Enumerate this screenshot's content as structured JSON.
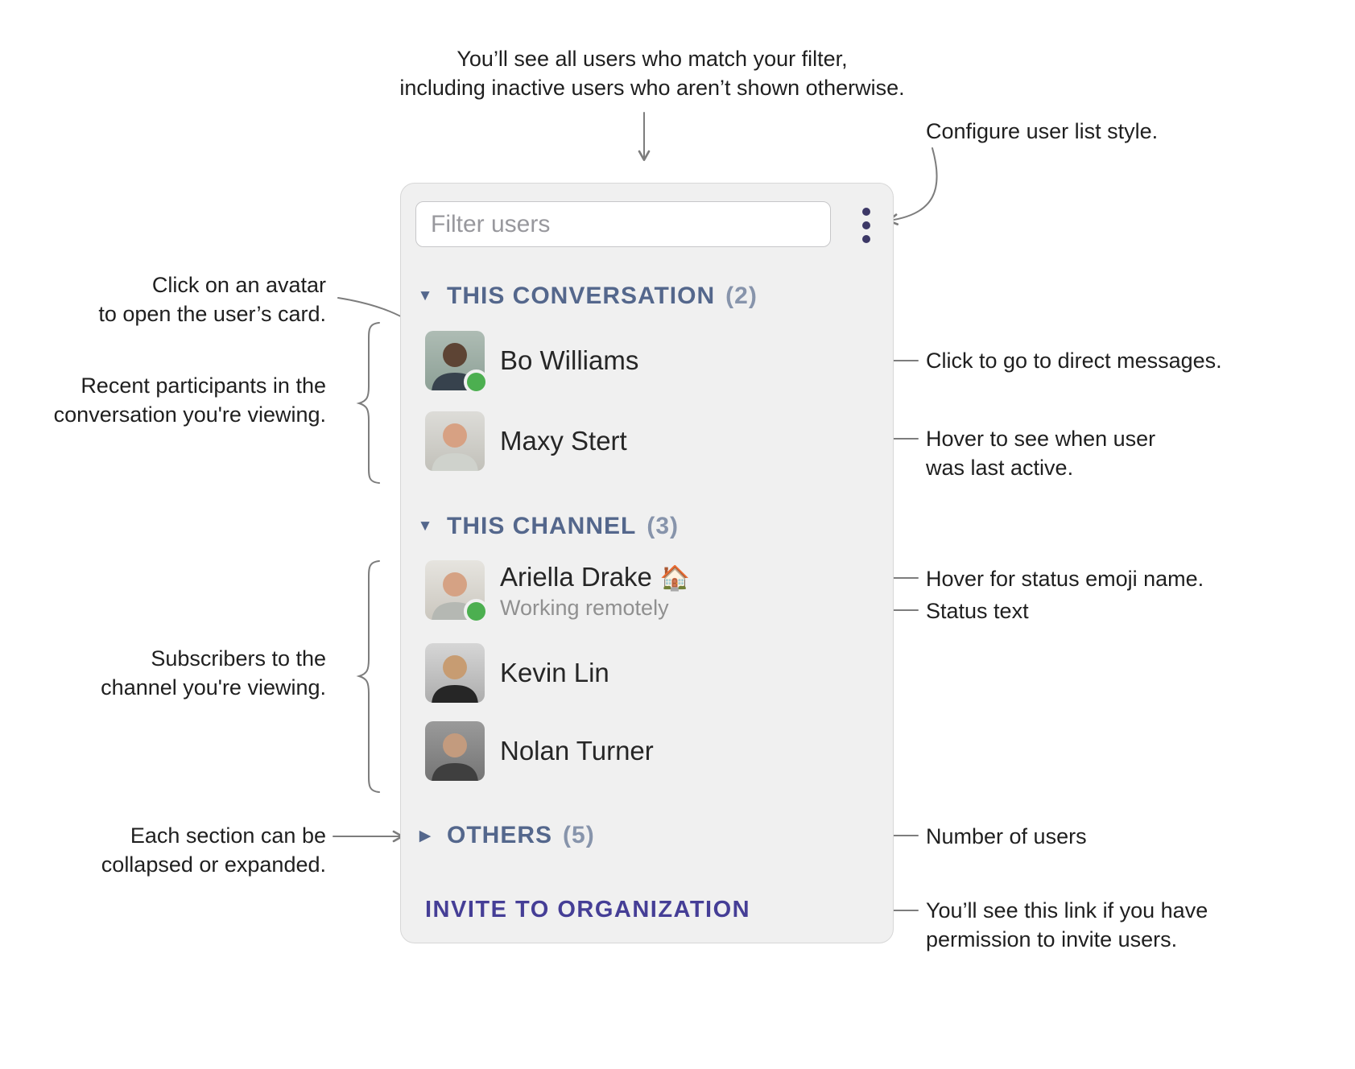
{
  "colors": {
    "panel_background": "#f0f0f0",
    "panel_border": "#d7d7d7",
    "section_header": "#54678c",
    "section_count": "#8794ab",
    "invite_link": "#453e96",
    "menu_dots": "#3c3866",
    "presence_online": "#4caf50",
    "status_text": "#909090",
    "connector_line": "#7d7d7d"
  },
  "annotations": {
    "top_filter": {
      "line1": "You’ll see all users who match your filter,",
      "line2": "including inactive users who aren’t shown otherwise."
    },
    "configure": "Configure user list style.",
    "avatar_click": {
      "line1": "Click on an avatar",
      "line2": "to open the user’s card."
    },
    "recent_participants": {
      "line1": "Recent participants in the",
      "line2": "conversation you're viewing."
    },
    "subscribers": {
      "line1": "Subscribers to the",
      "line2": "channel you're viewing."
    },
    "collapse": {
      "line1": "Each section can be",
      "line2": "collapsed or expanded."
    },
    "direct_messages": "Click to go to direct messages.",
    "last_active": {
      "line1": "Hover to see when user",
      "line2": "was last active."
    },
    "status_emoji": "Hover for status emoji name.",
    "status_text": "Status text",
    "number_of_users": "Number of users",
    "invite_note": {
      "line1": "You’ll see this link if you have",
      "line2": "permission to invite users."
    }
  },
  "panel": {
    "filter_placeholder": "Filter users",
    "menu_icon": "vertical-ellipsis-icon",
    "sections": [
      {
        "label": "THIS CONVERSATION",
        "count": "(2)",
        "chevron": "▼",
        "collapsed": false,
        "users": [
          {
            "name": "Bo Williams",
            "online": true,
            "status_emoji": "",
            "status_text": ""
          },
          {
            "name": "Maxy Stert",
            "online": false,
            "status_emoji": "",
            "status_text": ""
          }
        ]
      },
      {
        "label": "THIS CHANNEL",
        "count": "(3)",
        "chevron": "▼",
        "collapsed": false,
        "users": [
          {
            "name": "Ariella Drake",
            "online": true,
            "status_emoji": "🏠",
            "status_text": "Working remotely"
          },
          {
            "name": "Kevin Lin",
            "online": false,
            "status_emoji": "",
            "status_text": ""
          },
          {
            "name": "Nolan Turner",
            "online": false,
            "status_emoji": "",
            "status_text": ""
          }
        ]
      },
      {
        "label": "OTHERS",
        "count": "(5)",
        "chevron": "▶",
        "collapsed": true,
        "users": []
      }
    ],
    "invite_label": "INVITE TO ORGANIZATION"
  }
}
